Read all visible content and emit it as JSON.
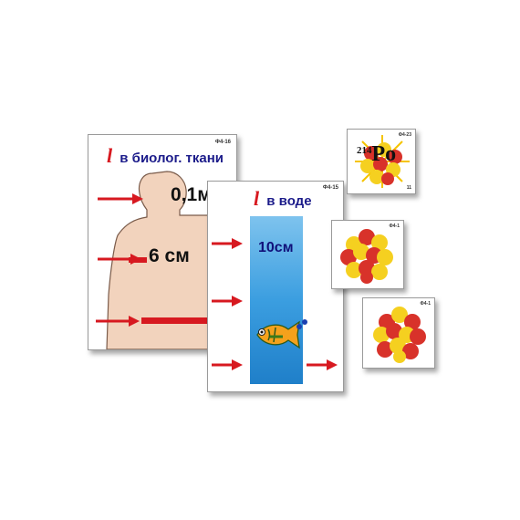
{
  "tissue_card": {
    "code": "Ф4-16",
    "l_symbol": "l",
    "title": "в биолог. ткани",
    "depth_1": "0,1м",
    "depth_2": "6 см"
  },
  "water_card": {
    "code": "Ф4-15",
    "l_symbol": "l",
    "title": "в воде",
    "depth": "10см"
  },
  "polonium_card": {
    "code": "Ф4-23",
    "mass_number": "214",
    "element": "Po",
    "page_no": "11"
  },
  "nucleus_card_1": {
    "code": "Ф4-1"
  },
  "nucleus_card_2": {
    "code": "Ф4-1"
  },
  "colors": {
    "arrow_red": "#d71920",
    "skin": "#f2d3bd",
    "water_top": "#7ec3ee",
    "water_bottom": "#1f7fc9",
    "sphere_red": "#d8322a",
    "sphere_yellow": "#f5d020"
  }
}
